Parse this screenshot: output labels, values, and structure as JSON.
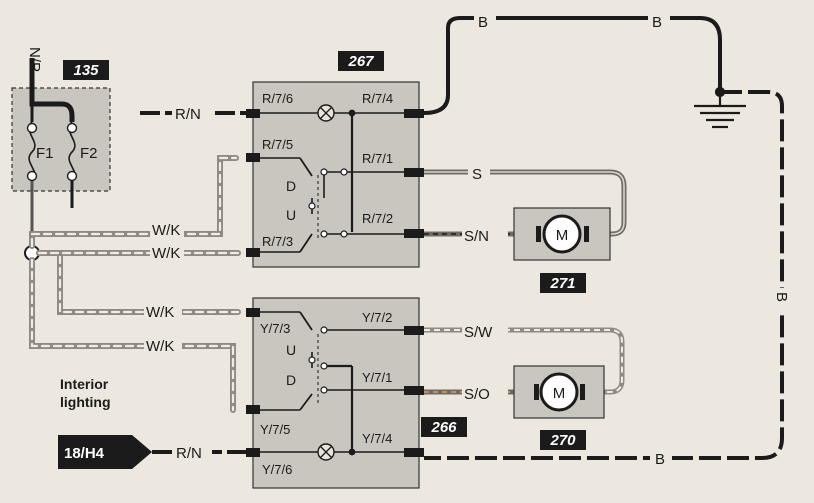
{
  "fuse_box": {
    "id": "135",
    "supply": "N/P",
    "fuse1": "F1",
    "fuse2": "F2"
  },
  "switch_267": {
    "id": "267",
    "pins": [
      "R/7/6",
      "R/7/5",
      "R/7/3",
      "R/7/4",
      "R/7/1",
      "R/7/2"
    ],
    "down": "D",
    "up": "U"
  },
  "switch_266": {
    "id": "266",
    "pins": [
      "Y/7/3",
      "Y/7/5",
      "Y/7/6",
      "Y/7/2",
      "Y/7/1",
      "Y/7/4"
    ],
    "up": "U",
    "down": "D"
  },
  "motor_271": {
    "id": "271",
    "symbol": "M"
  },
  "motor_270": {
    "id": "270",
    "symbol": "M"
  },
  "wires": {
    "rn_top": "R/N",
    "wk_1": "W/K",
    "wk_2": "W/K",
    "wk_3": "W/K",
    "wk_4": "W/K",
    "s": "S",
    "sn": "S/N",
    "sw": "S/W",
    "so": "S/O",
    "b_top_left": "B",
    "b_top_right": "B",
    "b_right": "B",
    "b_bottom": "B",
    "rn_bottom": "R/N"
  },
  "interior": {
    "line1": "Interior",
    "line2": "lighting",
    "ref": "18/H4"
  }
}
